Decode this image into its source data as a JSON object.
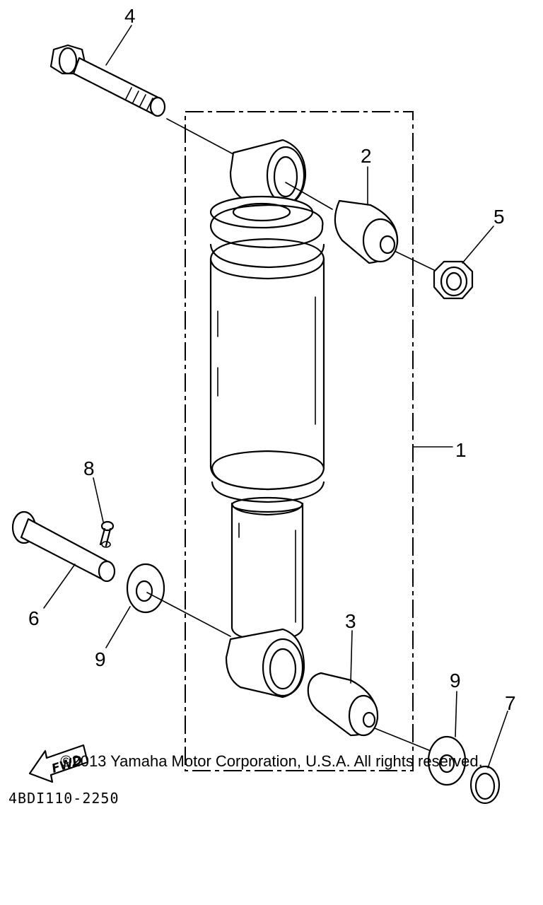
{
  "callouts": {
    "c1": "1",
    "c2": "2",
    "c3": "3",
    "c4": "4",
    "c5": "5",
    "c6": "6",
    "c7": "7",
    "c8": "8",
    "c9a": "9",
    "c9b": "9"
  },
  "fwd_label": "FWD",
  "diagram_code": "4BDI110-2250",
  "copyright": "©2013 Yamaha Motor Corporation, U.S.A. All rights reserved."
}
